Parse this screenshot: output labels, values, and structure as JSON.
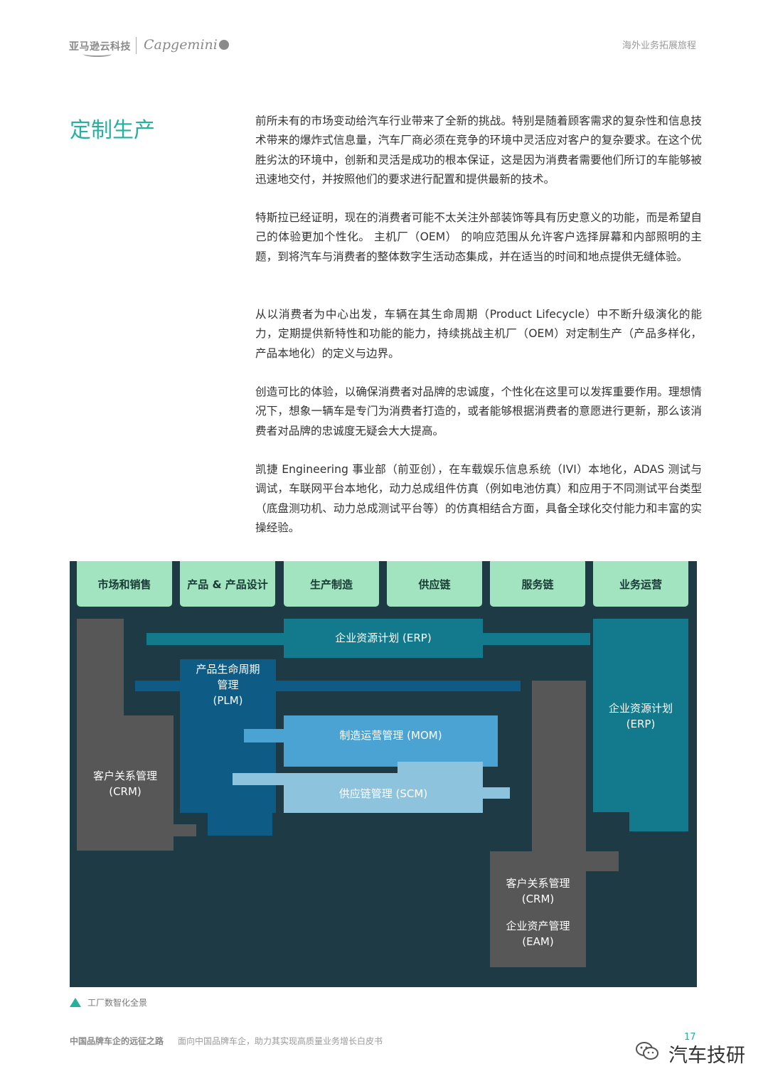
{
  "header": {
    "logo_amazon": "亚马逊云科技",
    "logo_capgemini": "Capgemini",
    "title": "海外业务拓展旅程"
  },
  "section": {
    "title": "定制生产",
    "paragraphs": [
      "前所未有的市场变动给汽车行业带来了全新的挑战。特别是随着顾客需求的复杂性和信息技术带来的爆炸式信息量，汽车厂商必须在竞争的环境中灵活应对客户的复杂要求。在这个优胜劣汰的环境中，创新和灵活是成功的根本保证，这是因为消费者需要他们所订的车能够被迅速地交付，并按照他们的要求进行配置和提供最新的技术。",
      "特斯拉已经证明，现在的消费者可能不太关注外部装饰等具有历史意义的功能，而是希望自己的体验更加个性化。 主机厂（OEM） 的响应范围从允许客户选择屏幕和内部照明的主题，到将汽车与消费者的整体数字生活动态集成，并在适当的时间和地点提供无缝体验。",
      "从以消费者为中心出发，车辆在其生命周期（Product Lifecycle）中不断升级演化的能力，定期提供新特性和功能的能力，持续挑战主机厂（OEM）对定制生产（产品多样化，产品本地化）的定义与边界。",
      "创造可比的体验，以确保消费者对品牌的忠诚度，个性化在这里可以发挥重要作用。理想情况下，想象一辆车是专门为消费者打造的，或者能够根据消费者的意愿进行更新，那么该消费者对品牌的忠诚度无疑会大大提高。",
      "凯捷 Engineering 事业部（前亚创），在车载娱乐信息系统（IVI）本地化，ADAS 测试与调试，车联网平台本地化，动力总成组件仿真（例如电池仿真）和应用于不同测试平台类型（底盘测功机、动力总成测试平台等）的仿真相结合方面，具备全球化交付能力和丰富的实操经验。"
    ]
  },
  "diagram": {
    "categories": [
      "市场和销售",
      "产品 & 产品设计",
      "生产制造",
      "供应链",
      "服务链",
      "业务运营"
    ],
    "labels": {
      "erp_top": "企业资源计划 (ERP)",
      "plm": "产品生命周期\n管理\n(PLM)",
      "mom": "制造运营管理 (MOM)",
      "scm": "供应链管理 (SCM)",
      "crm_left": "客户关系管理\n(CRM)",
      "erp_right": "企业资源计划\n(ERP)",
      "crm_bottom": "客户关系管理\n(CRM)",
      "eam": "企业资产管理\n(EAM)"
    },
    "colors": {
      "background": "#1e3b45",
      "category": "#a2e3c0",
      "erp": "#127a8c",
      "plm": "#0e5b86",
      "mom": "#4aa3d2",
      "scm": "#8ec3de",
      "crm": "#575757"
    },
    "caption": "工厂数智化全景"
  },
  "footer": {
    "title": "中国品牌车企的远征之路",
    "subtitle": "面向中国品牌车企，助力其实现高质量业务增长白皮书",
    "page": "17",
    "watermark": "汽车技研",
    "watermark_icon": "wechat-icon"
  }
}
